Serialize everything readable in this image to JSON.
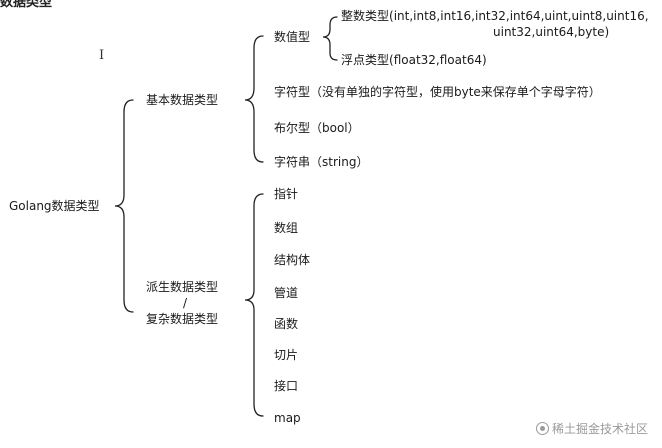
{
  "header_clip": "数据类型",
  "root": "Golang数据类型",
  "basic": {
    "label": "基本数据类型",
    "numeric": {
      "label": "数值型",
      "integer_label": "整数类型",
      "integer_detail_1": "(int,int8,int16,int32,int64,uint,uint8,uint16,",
      "integer_detail_2": "uint32,uint64,byte)",
      "float_label": "浮点类型",
      "float_detail": "(float32,float64)"
    },
    "char": "字符型（没有单独的字符型，使用byte来保存单个字母字符）",
    "bool": "布尔型（bool）",
    "string": "字符串（string）"
  },
  "derived": {
    "label_1": "派生数据类型",
    "slash": "/",
    "label_2": "复杂数据类型",
    "items": [
      "指针",
      "数组",
      "结构体",
      "管道",
      "函数",
      "切片",
      "接口",
      "map"
    ]
  },
  "watermark": "稀土掘金技术社区",
  "colors": {
    "line": "#222222",
    "text": "#1a1a1a",
    "watermark": "#9a9a9a"
  }
}
